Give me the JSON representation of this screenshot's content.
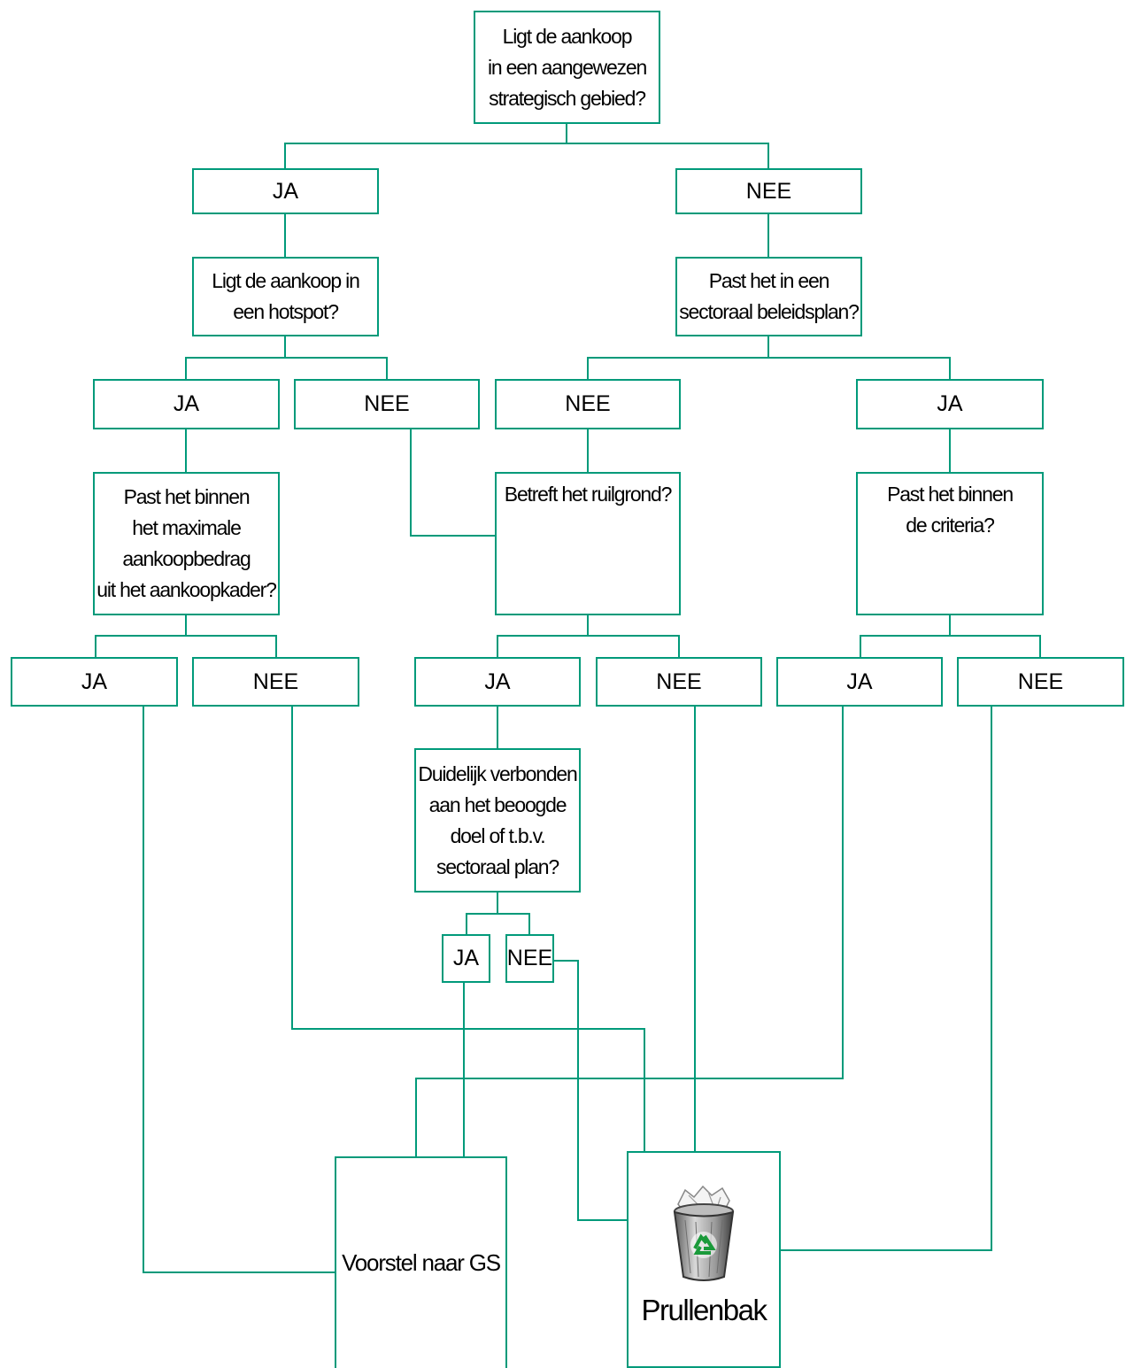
{
  "colors": {
    "line": "#009a7a",
    "text": "#000000",
    "background": "#ffffff"
  },
  "q1": "Ligt de aankoop\nin een aangewezen\nstrategisch gebied?",
  "q2": "Ligt de aankoop in\neen hotspot?",
  "q3": "Past het in een\nsectoraal beleidsplan?",
  "q4": "Past het binnen\nhet maximale\naankoopbedrag\nuit het aankoopkader?",
  "q5": "Betreft het ruilgrond?",
  "q6": "Past het binnen\nde criteria?",
  "q7": "Duidelijk verbonden\naan het beoogde\ndoel of t.b.v.\nsectoraal plan?",
  "labels": {
    "ja": "JA",
    "nee": "NEE"
  },
  "end_proposal": "Voorstel naar GS",
  "end_bin": "Prullenbak",
  "bin_icon": "recycle-bin-icon"
}
